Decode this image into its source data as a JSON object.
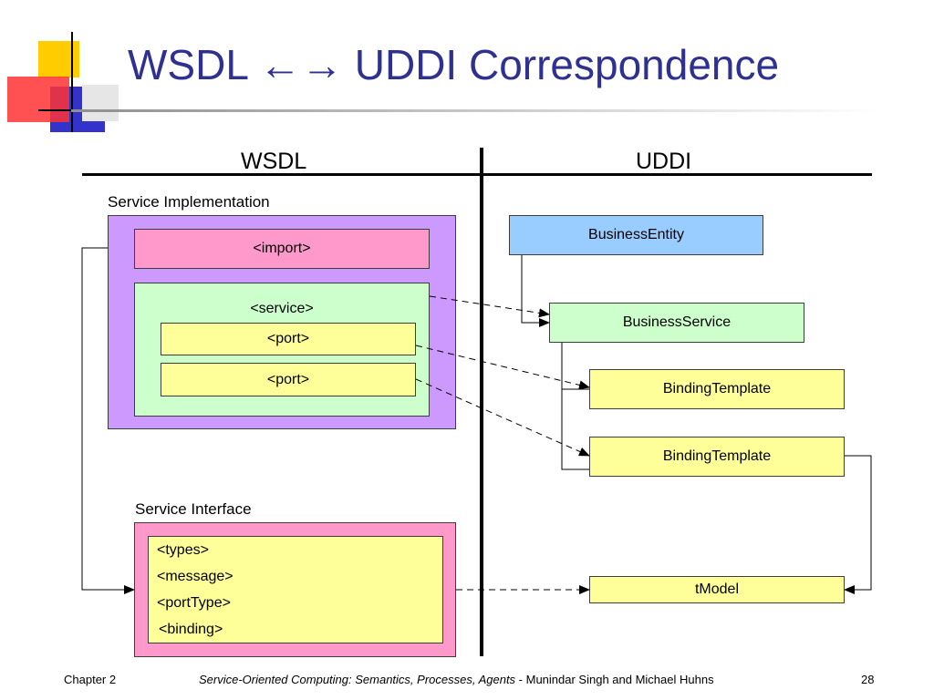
{
  "slide": {
    "title": "WSDL ←→ UDDI Correspondence",
    "footer": {
      "chapter": "Chapter 2",
      "book_title": "Service-Oriented Computing: Semantics, Processes, Agents",
      "authors": " - Munindar Singh and Michael Huhns",
      "page": "28"
    }
  },
  "diagram": {
    "columns": {
      "left": "WSDL",
      "right": "UDDI"
    },
    "wsdl": {
      "impl_label": "Service Implementation",
      "import": "<import>",
      "service": "<service>",
      "ports": [
        "<port>",
        "<port>"
      ],
      "interface_label": "Service Interface",
      "interface_items": [
        "<types>",
        "<message>",
        "<portType>",
        "<binding>"
      ]
    },
    "uddi": {
      "business_entity": "BusinessEntity",
      "business_service": "BusinessService",
      "binding_templates": [
        "BindingTemplate",
        "BindingTemplate"
      ],
      "tmodel": "tModel"
    }
  },
  "colors": {
    "title": "#2e3192",
    "impl_container": "#cc99ff",
    "import_box": "#ff99cc",
    "service_box": "#ccffcc",
    "port_box": "#ffff99",
    "interface_container": "#ff99cc",
    "interface_inner": "#ffff99",
    "business_entity": "#99ccff",
    "business_service": "#ccffcc",
    "binding_template": "#ffff99",
    "tmodel": "#ffff99"
  }
}
